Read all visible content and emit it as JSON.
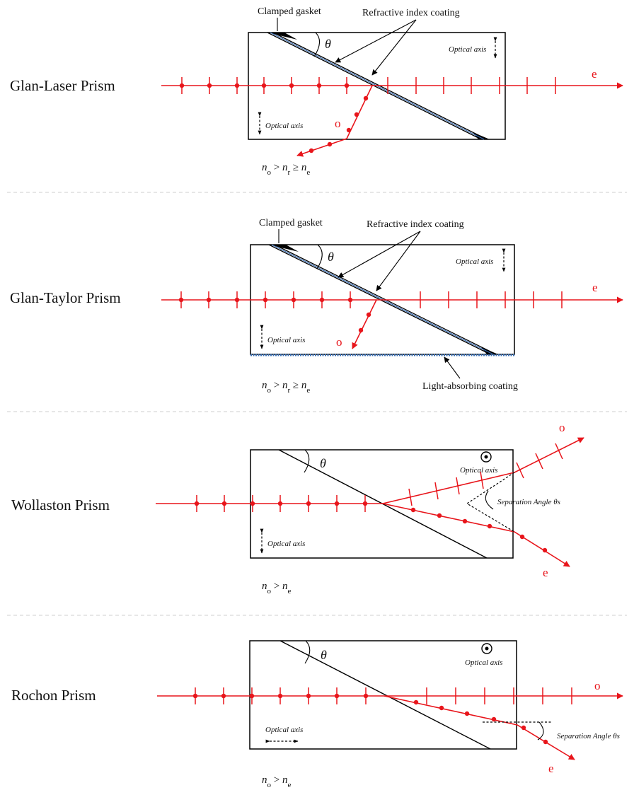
{
  "prisms": [
    {
      "name": "Glan-Laser Prism",
      "labels": {
        "gasket": "Clamped gasket",
        "coating": "Refractive index coating",
        "axis_top": "Optical axis",
        "axis_bottom": "Optical axis",
        "theta": "θ",
        "e": "e",
        "o": "o"
      },
      "formula": {
        "n": "n",
        "s1": "o",
        "op1": " > ",
        "s2": "r",
        "op2": " ≥ ",
        "s3": "e"
      }
    },
    {
      "name": "Glan-Taylor Prism",
      "labels": {
        "gasket": "Clamped gasket",
        "coating": "Refractive index coating",
        "axis_top": "Optical axis",
        "axis_bottom": "Optical axis",
        "absorbing": "Light-absorbing coating",
        "theta": "θ",
        "e": "e",
        "o": "o"
      },
      "formula": {
        "n": "n",
        "s1": "o",
        "op1": " > ",
        "s2": "r",
        "op2": " ≥ ",
        "s3": "e"
      }
    },
    {
      "name": "Wollaston Prism",
      "labels": {
        "axis_top": "Optical axis",
        "axis_bottom": "Optical axis",
        "separation": "Separation Angle θs",
        "theta": "θ",
        "e": "e",
        "o": "o"
      },
      "formula": {
        "n": "n",
        "s1": "o",
        "op1": " > ",
        "s3": "e"
      }
    },
    {
      "name": "Rochon Prism",
      "labels": {
        "axis_top": "Optical axis",
        "axis_bottom": "Optical axis",
        "separation": "Separation Angle θs",
        "theta": "θ",
        "e": "e",
        "o": "o"
      },
      "formula": {
        "n": "n",
        "s1": "o",
        "op1": " > ",
        "s3": "e"
      }
    }
  ],
  "colors": {
    "ray": "#e8151b",
    "outline": "#000000",
    "coating": "#3a6fb5"
  }
}
